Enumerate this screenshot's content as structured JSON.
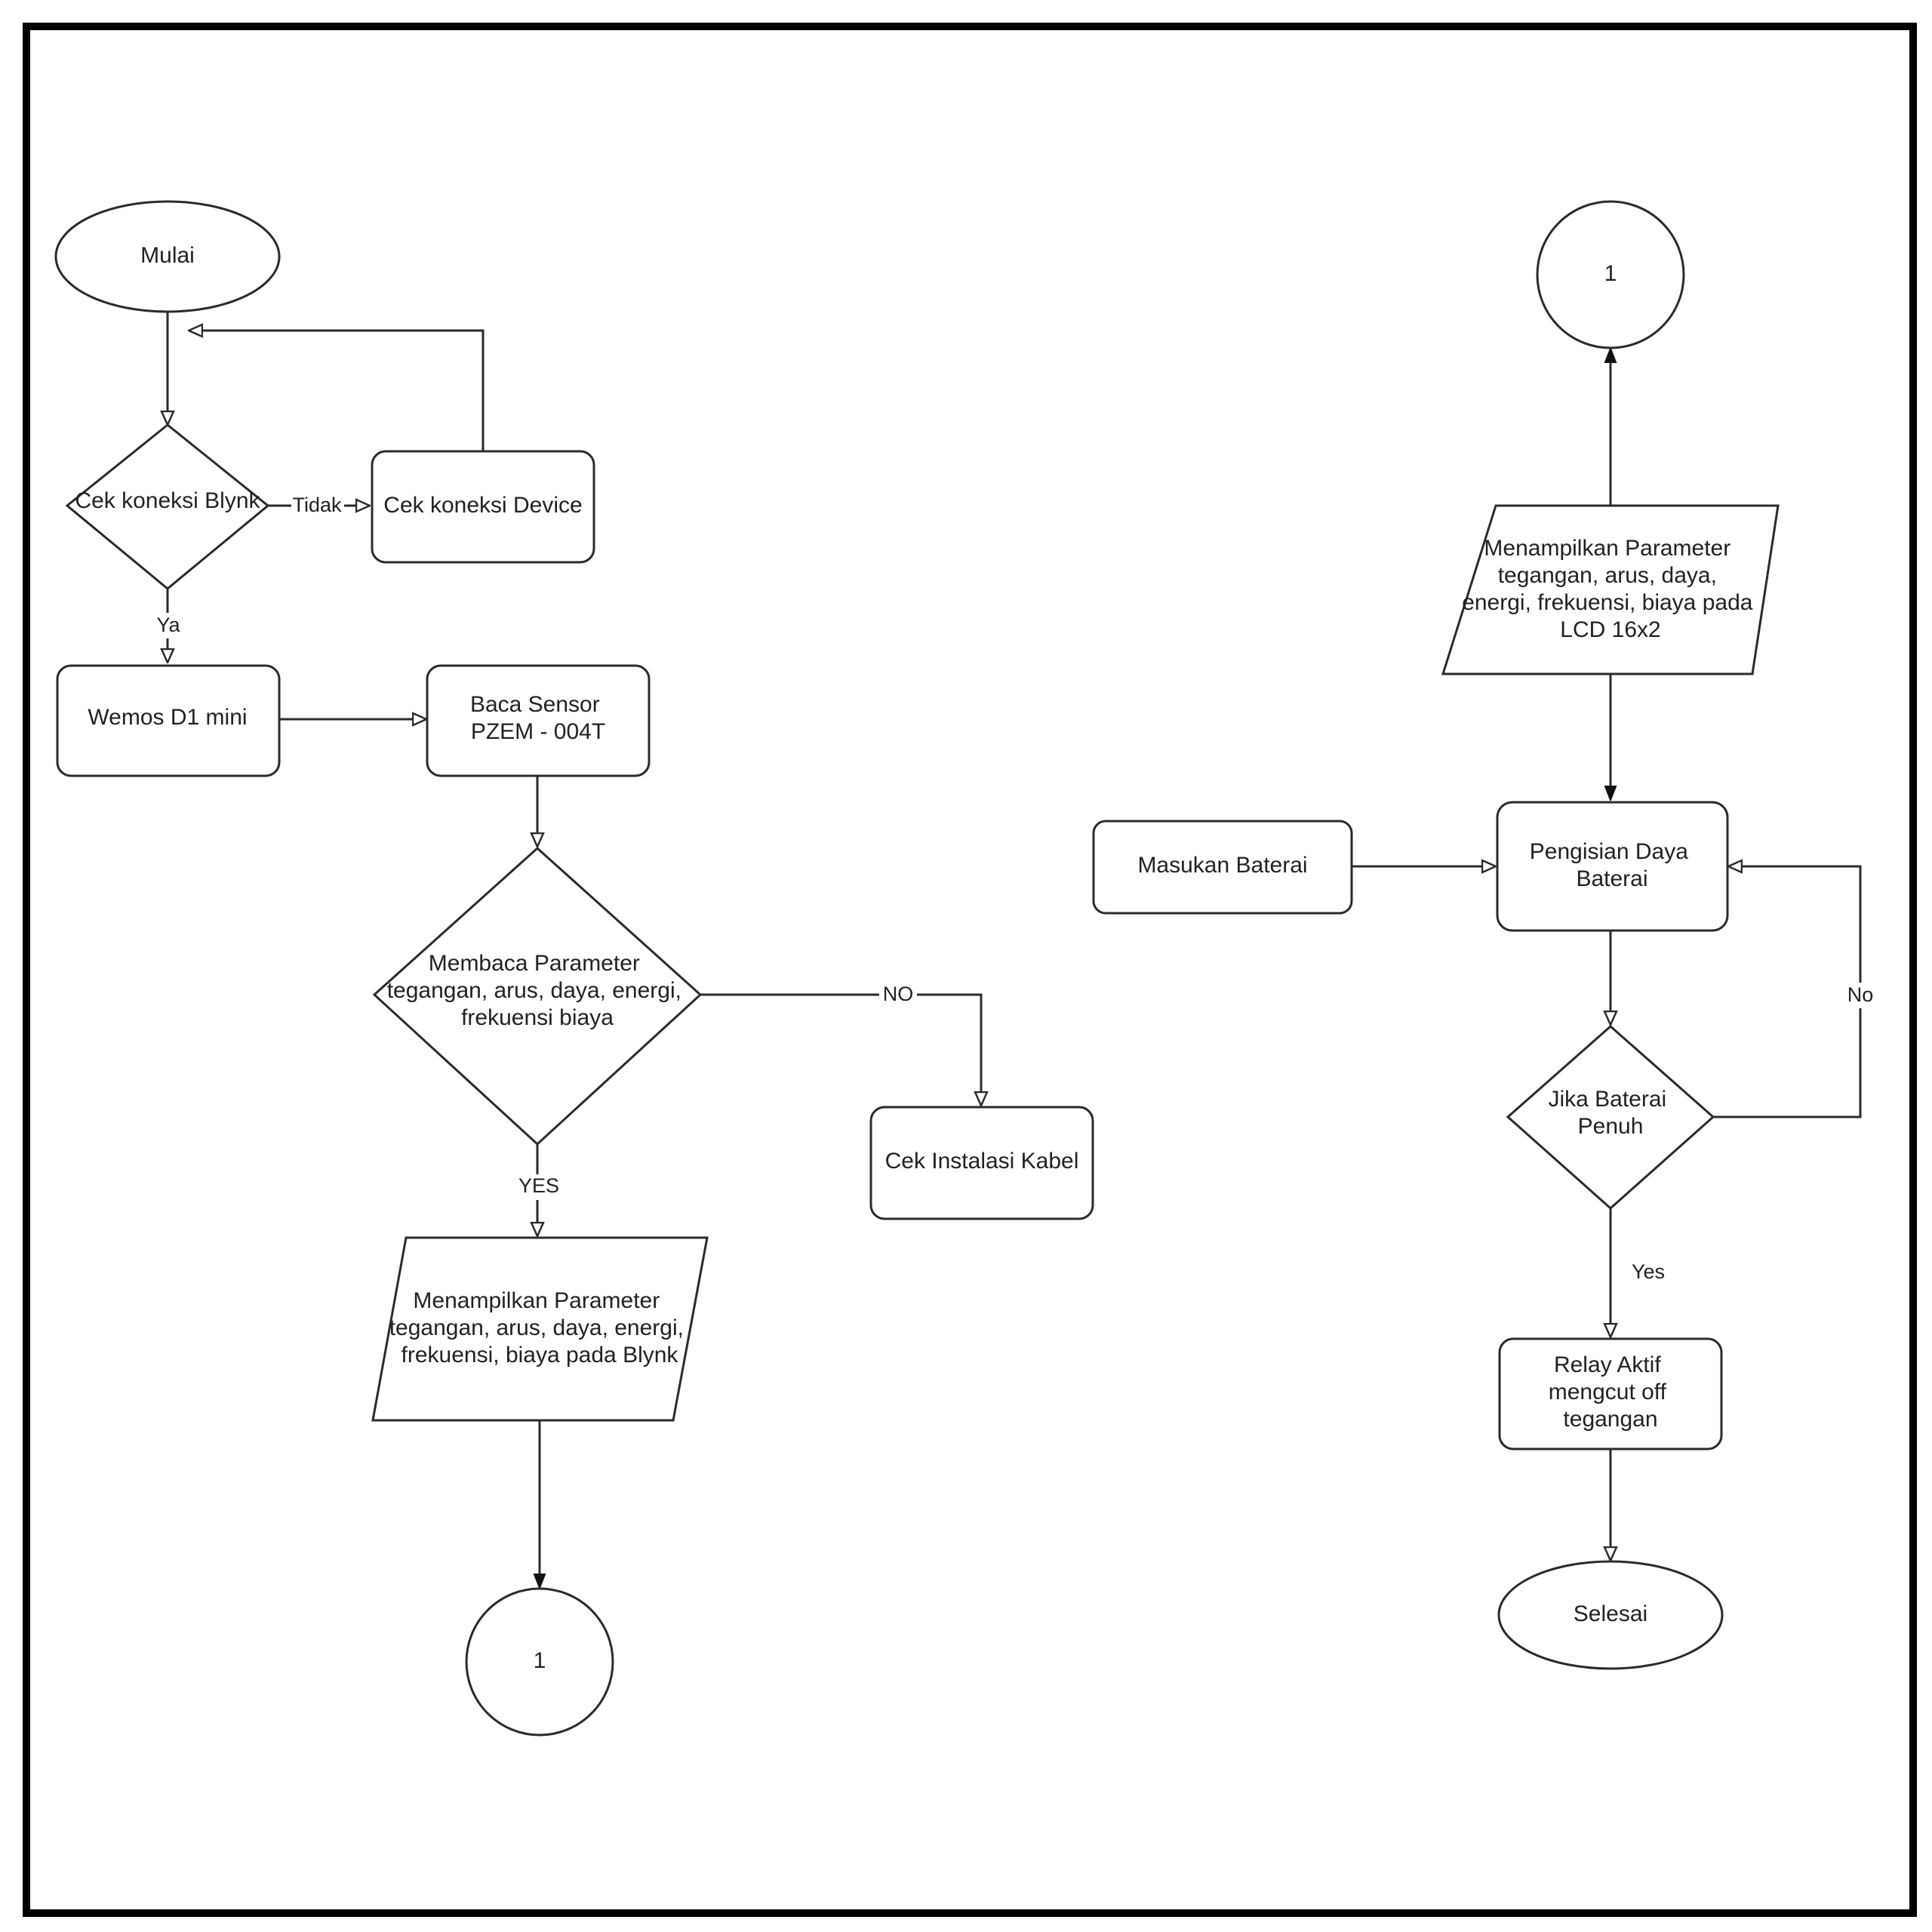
{
  "nodes": {
    "mulai": "Mulai",
    "cek_blynk": "Cek koneksi Blynk",
    "cek_device": "Cek koneksi Device",
    "wemos": "Wemos D1 mini",
    "baca_sensor": [
      "Baca Sensor",
      "PZEM - 004T"
    ],
    "membaca": [
      "Membaca Parameter",
      "tegangan, arus, daya, energi,",
      "frekuensi  biaya"
    ],
    "cek_kabel": "Cek Instalasi Kabel",
    "tampil_blynk": [
      "Menampilkan Parameter",
      "tegangan, arus, daya, energi,",
      "frekuensi, biaya pada Blynk"
    ],
    "connector_left": "1",
    "connector_right": "1",
    "tampil_lcd": [
      "Menampilkan Parameter",
      "tegangan, arus, daya,",
      "energi, frekuensi, biaya pada",
      "LCD 16x2"
    ],
    "masukan": "Masukan Baterai",
    "pengisian": [
      "Pengisian Daya",
      "Baterai"
    ],
    "jika_penuh": [
      "Jika Baterai",
      "Penuh"
    ],
    "relay": [
      "Relay Aktif",
      "mengcut off",
      "tegangan"
    ],
    "selesai": "Selesai"
  },
  "edge_labels": {
    "tidak": "Tidak",
    "ya": "Ya",
    "no_upper": "NO",
    "yes_upper": "YES",
    "no": "No",
    "yes": "Yes"
  }
}
